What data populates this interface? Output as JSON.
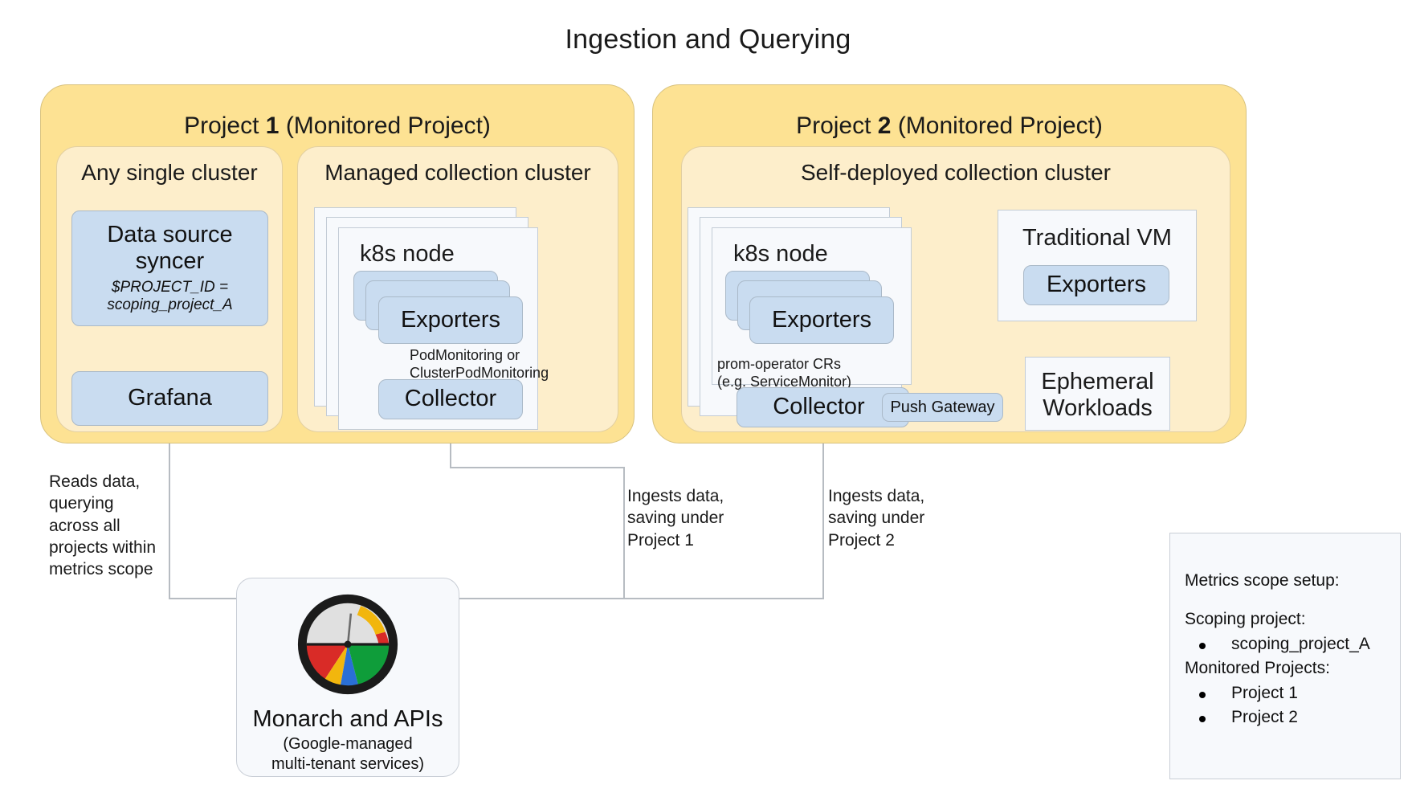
{
  "title": "Ingestion and Querying",
  "projects": [
    {
      "label_prefix": "Project ",
      "number": "1",
      "label_suffix": " (Monitored Project)",
      "full_label": "Project 1 (Monitored Project)"
    },
    {
      "label_prefix": "Project ",
      "number": "2",
      "label_suffix": " (Monitored Project)",
      "full_label": "Project 2 (Monitored Project)"
    }
  ],
  "clusters": {
    "any_single": "Any single cluster",
    "managed": "Managed collection cluster",
    "self_deployed": "Self-deployed collection cluster"
  },
  "panels": {
    "k8s_node_1": "k8s node",
    "k8s_node_2": "k8s node",
    "traditional_vm": "Traditional VM",
    "ephemeral_workloads": "Ephemeral\nWorkloads"
  },
  "nodes": {
    "data_source_syncer": "Data source\nsyncer",
    "data_source_syncer_sub": "$PROJECT_ID =\nscoping_project_A",
    "grafana": "Grafana",
    "exporters_1": "Exporters",
    "collector_1": "Collector",
    "exporters_2": "Exporters",
    "collector_2": "Collector",
    "push_gateway": "Push Gateway",
    "vm_exporters": "Exporters"
  },
  "edge_labels": {
    "pod_monitoring": "PodMonitoring or\nClusterPodMonitoring",
    "prom_operator": "prom-operator CRs\n(e.g. ServiceMonitor)"
  },
  "notes": {
    "reads": "Reads data,\nquerying\nacross all\nprojects within\nmetrics scope",
    "ingest_p1": "Ingests data,\nsaving under\nProject 1",
    "ingest_p2": "Ingests data,\nsaving under\nProject 2"
  },
  "monarch": {
    "title": "Monarch and APIs",
    "subtitle": "(Google-managed\nmulti-tenant services)",
    "icon": "gauge-dial-icon"
  },
  "legend": {
    "heading": "Metrics scope setup:",
    "scoping_label": "Scoping project:",
    "scoping_items": [
      "scoping_project_A"
    ],
    "monitored_label": "Monitored Projects:",
    "monitored_items": [
      "Project 1",
      "Project 2"
    ]
  },
  "colors": {
    "project_fill": "#fde293",
    "cluster_fill": "#fdeecb",
    "node_fill": "#c9dcf0",
    "panel_fill": "#f7f9fc",
    "line": "#b7bcc2",
    "monarch_red": "#d92b27",
    "monarch_yellow": "#f2b60d",
    "monarch_green": "#0f9d3a",
    "monarch_blue": "#2a6fd6",
    "monarch_gray": "#e0e0e0",
    "monarch_ring": "#1b1b1b"
  }
}
